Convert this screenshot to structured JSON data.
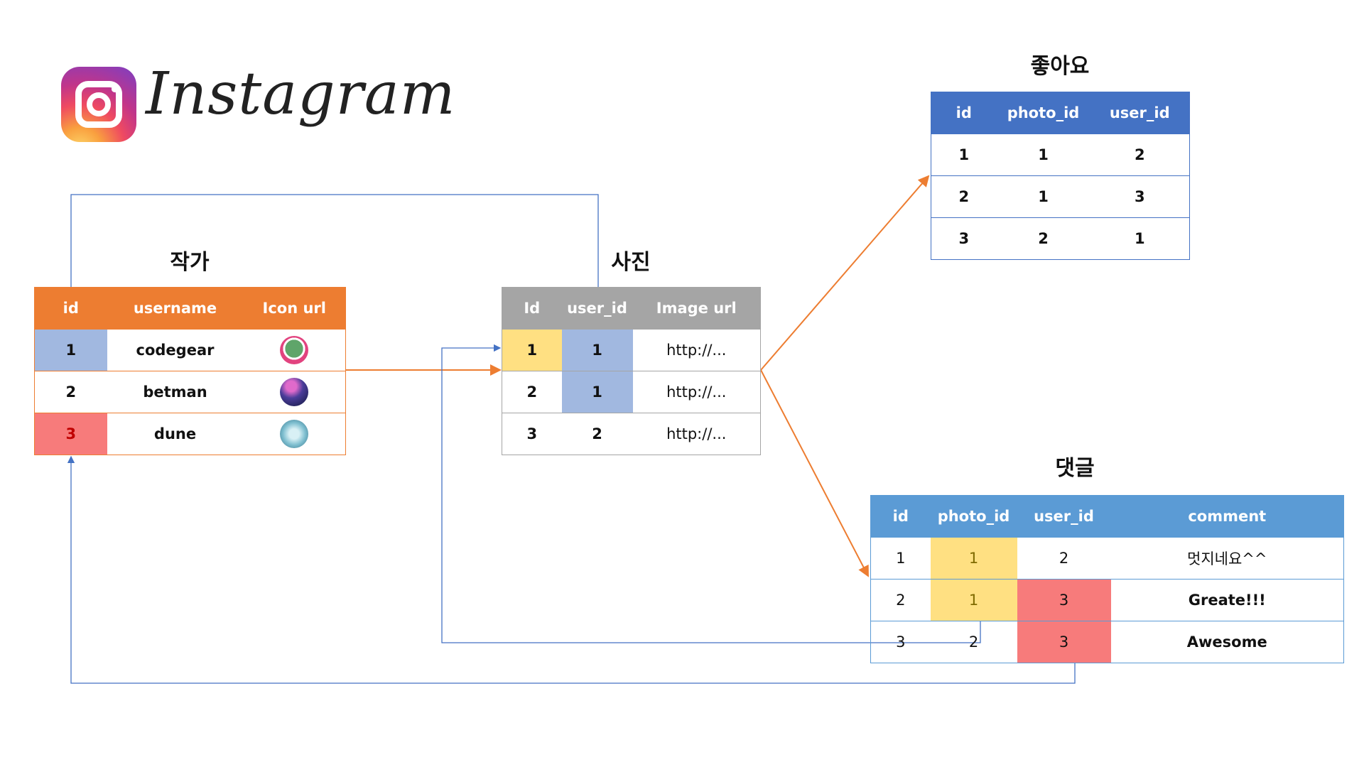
{
  "brand": {
    "name": "Instagram"
  },
  "colors": {
    "author": "#ed7d31",
    "photo": "#a5a5a5",
    "like": "#4472c4",
    "comment": "#5b9bd5",
    "highlight_blue": "#a1b8e0",
    "highlight_yellow": "#ffe082",
    "highlight_red": "#f77b7b"
  },
  "tables": {
    "author": {
      "title": "작가",
      "columns": [
        "id",
        "username",
        "Icon url"
      ],
      "rows": [
        {
          "id": "1",
          "username": "codegear",
          "icon": "avatar-tree"
        },
        {
          "id": "2",
          "username": "betman",
          "icon": "avatar-night"
        },
        {
          "id": "3",
          "username": "dune",
          "icon": "avatar-fountain"
        }
      ]
    },
    "photo": {
      "title": "사진",
      "columns": [
        "Id",
        "user_id",
        "Image url"
      ],
      "rows": [
        {
          "id": "1",
          "user_id": "1",
          "url": "http://..."
        },
        {
          "id": "2",
          "user_id": "1",
          "url": "http://..."
        },
        {
          "id": "3",
          "user_id": "2",
          "url": "http://..."
        }
      ]
    },
    "like": {
      "title": "좋아요",
      "columns": [
        "id",
        "photo_id",
        "user_id"
      ],
      "rows": [
        {
          "id": "1",
          "photo_id": "1",
          "user_id": "2"
        },
        {
          "id": "2",
          "photo_id": "1",
          "user_id": "3"
        },
        {
          "id": "3",
          "photo_id": "2",
          "user_id": "1"
        }
      ]
    },
    "comment": {
      "title": "댓글",
      "columns": [
        "id",
        "photo_id",
        "user_id",
        "comment"
      ],
      "rows": [
        {
          "id": "1",
          "photo_id": "1",
          "user_id": "2",
          "comment": "멋지네요^^"
        },
        {
          "id": "2",
          "photo_id": "1",
          "user_id": "3",
          "comment": "Greate!!!"
        },
        {
          "id": "3",
          "photo_id": "2",
          "user_id": "3",
          "comment": "Awesome"
        }
      ]
    }
  }
}
